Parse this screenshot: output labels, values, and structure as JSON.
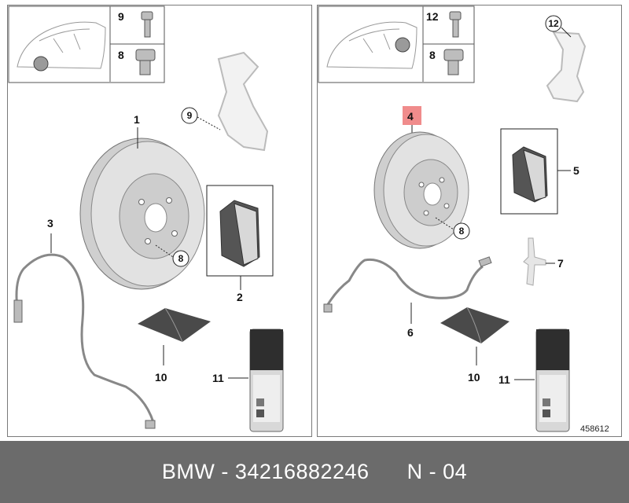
{
  "panels": {
    "left": {
      "header_labels": [
        "9",
        "8"
      ],
      "callouts": [
        "1",
        "2",
        "3",
        "10",
        "11"
      ],
      "circled": [
        "9",
        "8"
      ]
    },
    "right": {
      "header_labels": [
        "12",
        "8"
      ],
      "callouts": [
        "4",
        "5",
        "6",
        "7",
        "10",
        "11"
      ],
      "circled": [
        "12",
        "8"
      ],
      "highlighted": "4"
    }
  },
  "diagram_id": "458612",
  "footer": {
    "brand": "BMW",
    "sep1": " - ",
    "part_number": "34216882246",
    "gap": "      ",
    "position": "N - 04"
  },
  "colors": {
    "highlight": "#f08c8c",
    "footer_bg": "#6b6b6b",
    "outline": "#7a7a7a"
  }
}
